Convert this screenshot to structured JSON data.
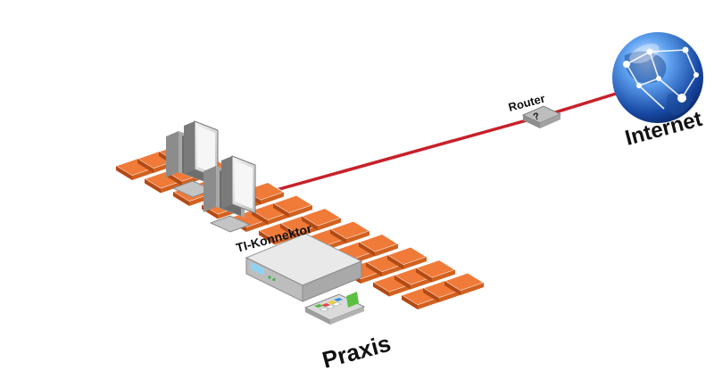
{
  "labels": {
    "router": "Router",
    "router_glyph": "?",
    "internet": "Internet",
    "connector": "TI-Konnektor",
    "practice": "Praxis"
  },
  "icons": {
    "router": "router-icon",
    "globe": "globe-icon",
    "computer": "computer-icon",
    "connector": "connector-device-icon",
    "card_terminal": "card-terminal-icon"
  },
  "colors": {
    "connection_line": "#c8202a",
    "tile": "#f07a38",
    "tile_edge": "#b24a14",
    "device_gray": "#d8d8d8",
    "globe_blue": "#1f5fbf"
  }
}
